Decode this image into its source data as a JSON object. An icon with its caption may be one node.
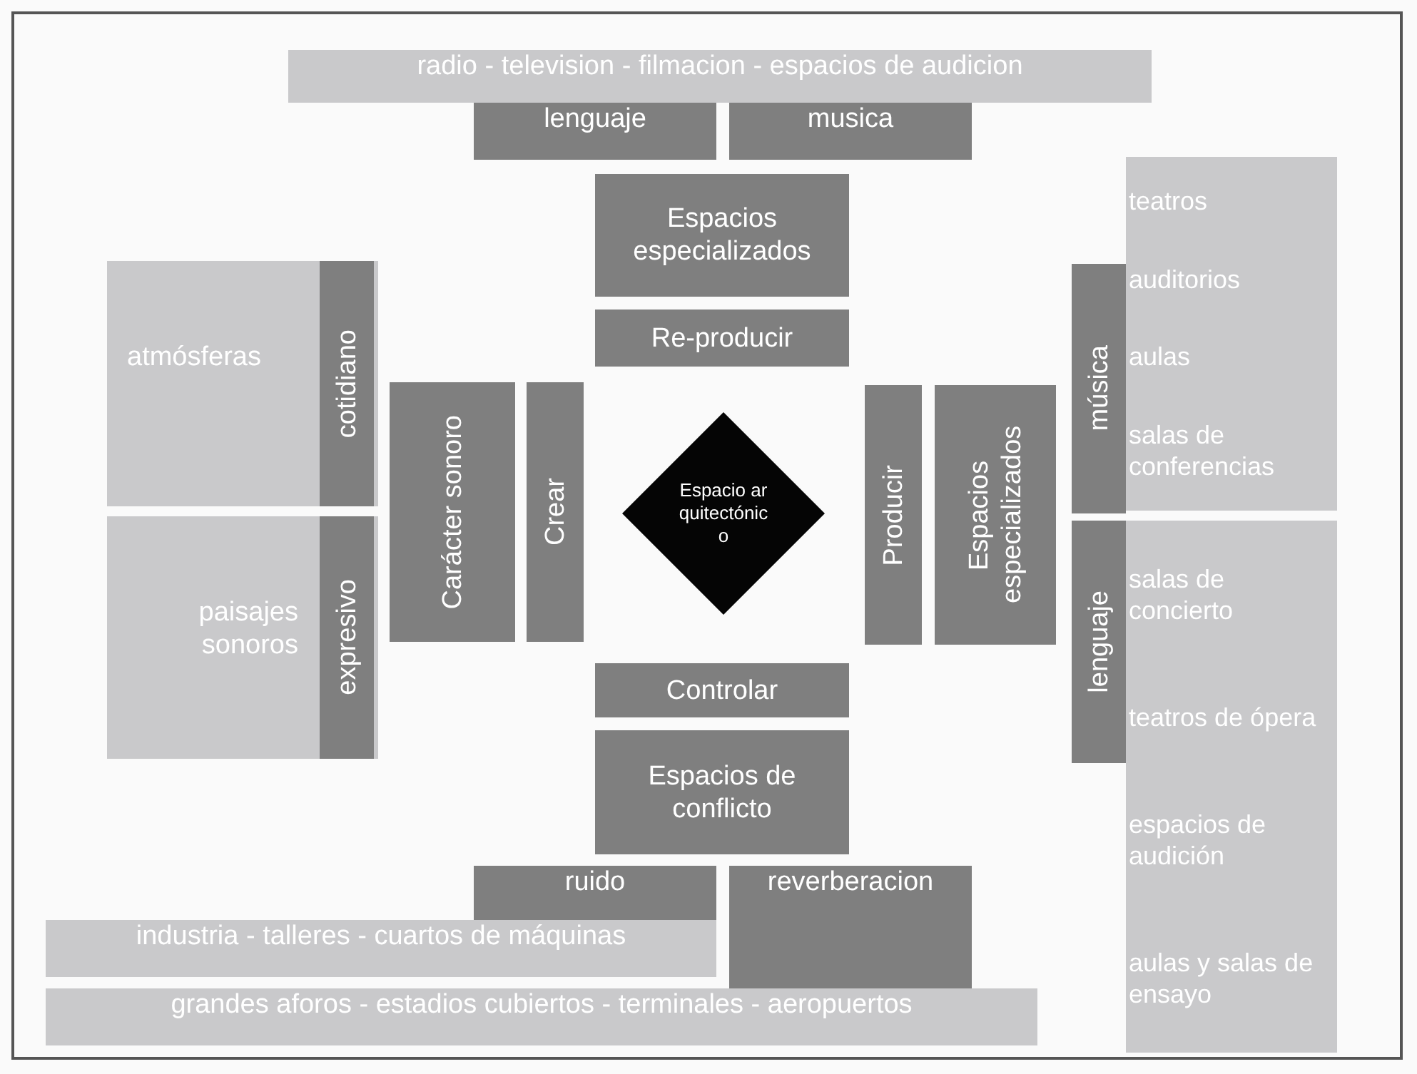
{
  "diagram": {
    "nodes": [
      {
        "text": [
          "radio - television - filmacion - espacios de audicion"
        ]
      },
      {
        "text": [
          "lenguaje"
        ]
      },
      {
        "text": [
          "musica"
        ]
      },
      {
        "text": [
          "Espacios especializados"
        ]
      },
      {
        "text": [
          "Re-producir"
        ]
      },
      {
        "text": [
          "teatros",
          "auditorios",
          "aulas",
          "salas de conferencias"
        ]
      },
      {
        "text": [
          "atmósferas"
        ]
      },
      {
        "text": [
          "cotidiano"
        ],
        "in": 6
      },
      {
        "text": [
          "Carácter sonoro"
        ]
      },
      {
        "text": [
          "Crear"
        ]
      },
      {
        "text": [
          "Espacio arquitectónico"
        ]
      },
      {
        "text": [
          "Producir"
        ]
      },
      {
        "text": [
          "Espacios especializados"
        ]
      },
      {
        "text": [
          "música"
        ]
      },
      {
        "text": [
          "paisajes sonoros"
        ]
      },
      {
        "text": [
          "expresivo"
        ],
        "in": 14
      },
      {
        "text": [
          "lenguaje"
        ]
      },
      {
        "text": [
          "salas de concierto",
          "teatros de ópera",
          "espacios de audición",
          "aulas y salas de ensayo"
        ]
      },
      {
        "text": [
          "Controlar"
        ]
      },
      {
        "text": [
          "Espacios de conflicto"
        ]
      },
      {
        "text": [
          "ruido"
        ]
      },
      {
        "text": [
          "reverberacion"
        ]
      },
      {
        "text": [
          "industria - talleres - cuartos de máquinas"
        ]
      },
      {
        "text": [
          "grandes aforos - estadios cubiertos - terminales - aeropuertos"
        ]
      }
    ],
    "edges": []
  }
}
